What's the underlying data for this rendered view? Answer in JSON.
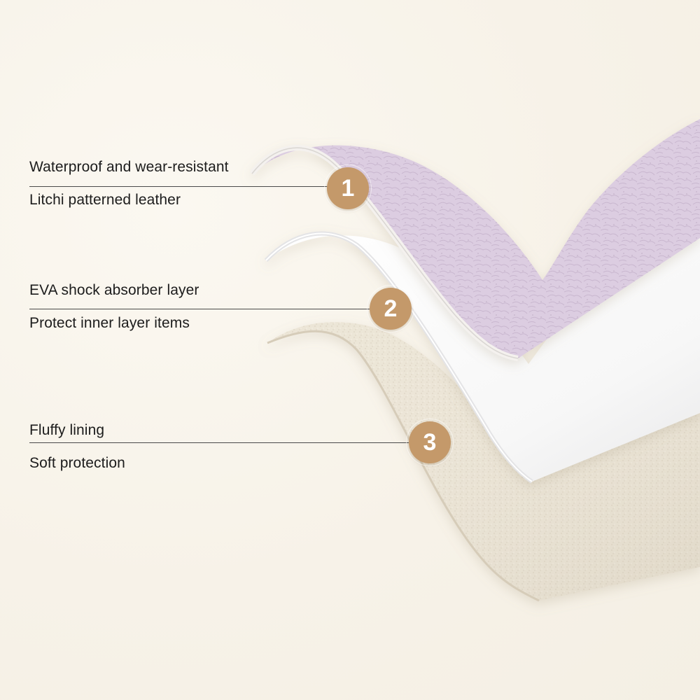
{
  "layers": [
    {
      "number": "1",
      "title": "Waterproof and wear-resistant",
      "subtitle": "Litchi patterned leather",
      "material_color": "#dccde1"
    },
    {
      "number": "2",
      "title": "EVA shock absorber layer",
      "subtitle": "Protect inner layer items",
      "material_color": "#ffffff"
    },
    {
      "number": "3",
      "title": "Fluffy lining",
      "subtitle": "Soft protection",
      "material_color": "#ebe3d3"
    }
  ],
  "colors": {
    "background": "#f8f4ec",
    "badge": "#c4996a",
    "line": "#4a4a4a"
  }
}
